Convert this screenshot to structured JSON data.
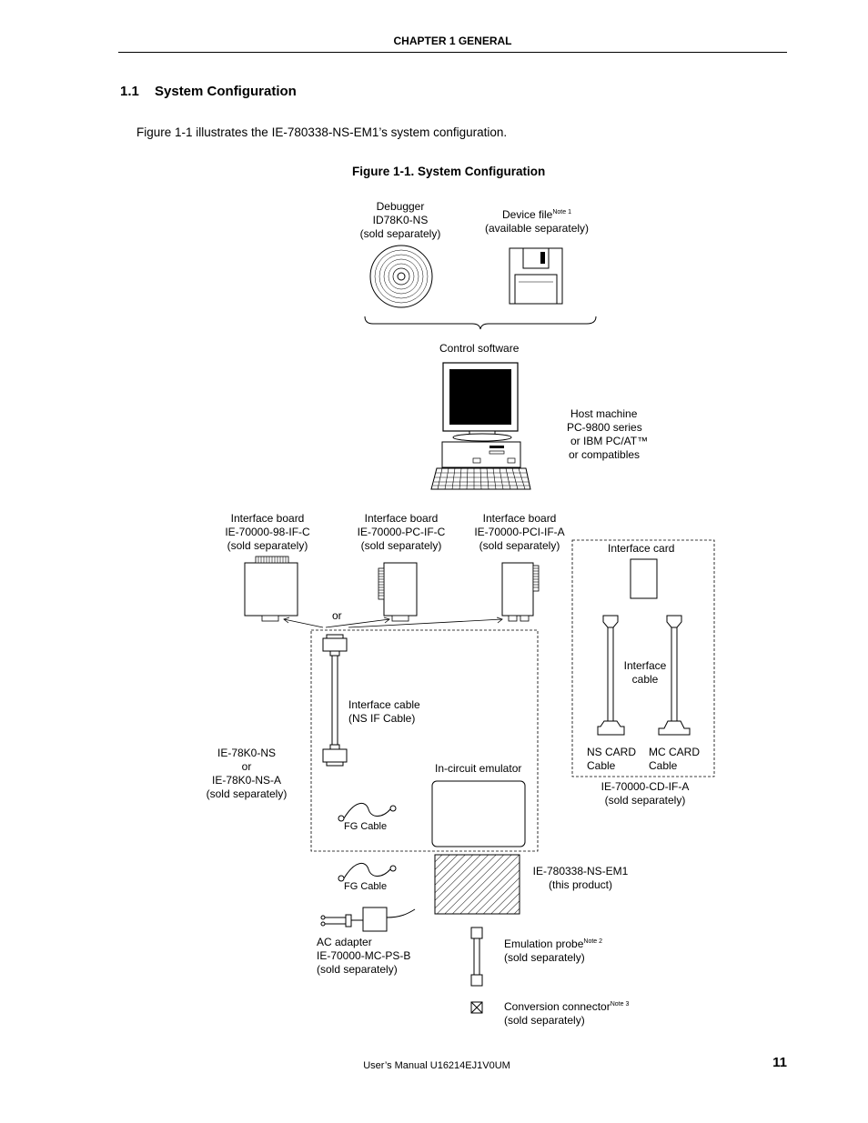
{
  "header": {
    "chapter": "CHAPTER  1   GENERAL"
  },
  "section": {
    "number": "1.1",
    "title": "System Configuration"
  },
  "intro_text": "Figure 1-1 illustrates the IE-780338-NS-EM1’s system configuration.",
  "figure": {
    "title": "Figure 1-1.  System Configuration",
    "debugger": {
      "line1": "Debugger",
      "line2": "ID78K0-NS",
      "line3": "(sold separately)"
    },
    "device_file": {
      "line1": "Device file",
      "note": "Note 1",
      "line2": "(available separately)"
    },
    "control_software": "Control software",
    "host_machine": {
      "line1": "Host machine",
      "line2": "PC-9800 series",
      "line3": "or IBM PC/AT™",
      "line4": "or compatibles"
    },
    "board_98": {
      "line1": "Interface board",
      "line2": "IE-70000-98-IF-C",
      "line3": "(sold separately)"
    },
    "board_pc": {
      "line1": "Interface board",
      "line2": "IE-70000-PC-IF-C",
      "line3": "(sold separately)"
    },
    "board_pci": {
      "line1": "Interface board",
      "line2": "IE-70000-PCI-IF-A",
      "line3": "(sold separately)"
    },
    "or_text": "or",
    "interface_card": "Interface card",
    "interface_cable_right": {
      "line1": "Interface",
      "line2": "cable"
    },
    "ns_card_cable": {
      "line1": "NS CARD",
      "line2": "Cable"
    },
    "mc_card_cable": {
      "line1": "MC CARD",
      "line2": "Cable"
    },
    "cd_if": {
      "line1": "IE-70000-CD-IF-A",
      "line2": "(sold separately)"
    },
    "ns_if_cable": {
      "line1": "Interface cable",
      "line2": "(NS IF Cable)"
    },
    "emulator_name": {
      "line1": "IE-78K0-NS",
      "line2": "or",
      "line3": "IE-78K0-NS-A",
      "line4": "(sold separately)"
    },
    "in_circuit_emulator": "In-circuit emulator",
    "fg_cable_1": "FG Cable",
    "fg_cable_2": "FG Cable",
    "product": {
      "line1": "IE-780338-NS-EM1",
      "line2": "(this product)"
    },
    "ac_adapter": {
      "line1": "AC adapter",
      "line2": "IE-70000-MC-PS-B",
      "line3": "(sold separately)"
    },
    "emulation_probe": {
      "line1": "Emulation probe",
      "note": "Note 2",
      "line2": "(sold separately)"
    },
    "conversion_connector": {
      "line1": "Conversion connector",
      "note": "Note 3",
      "line2": "(sold separately)"
    }
  },
  "footer": {
    "manual": "User’s Manual  U16214EJ1V0UM",
    "page": "11"
  }
}
